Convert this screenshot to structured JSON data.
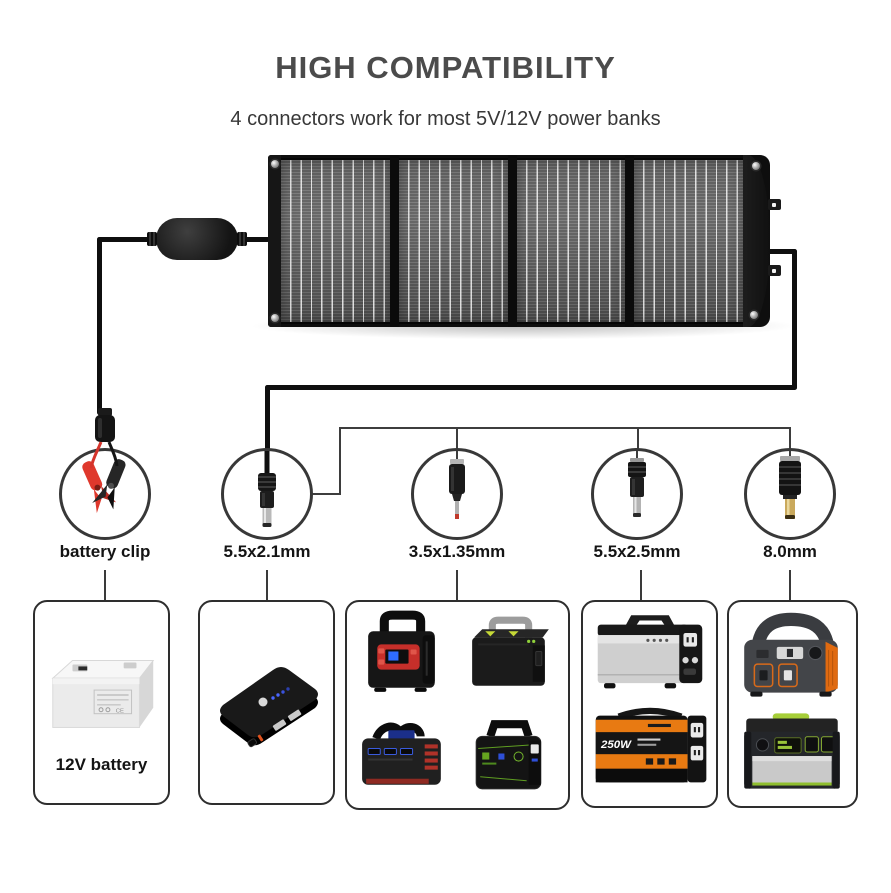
{
  "header": {
    "title": "HIGH COMPATIBILITY",
    "subtitle": "4 connectors work for most 5V/12V power banks"
  },
  "figures": {
    "panel": "foldable-4-section-solar-panel",
    "controller": "inline-charge-controller"
  },
  "connectors": [
    {
      "name": "battery-clip",
      "label": "battery clip"
    },
    {
      "name": "dc-plug-5.5x2.1",
      "label": "5.5x2.1mm"
    },
    {
      "name": "dc-plug-3.5x1.35",
      "label": "3.5x1.35mm"
    },
    {
      "name": "dc-plug-5.5x2.5",
      "label": "5.5x2.5mm"
    },
    {
      "name": "dc-plug-8.0",
      "label": "8.0mm"
    }
  ],
  "devices": [
    {
      "name": "12v-lead-acid-battery",
      "label": "12V battery"
    },
    {
      "name": "laptop-power-bank"
    },
    {
      "name": "power-stations-group-a"
    },
    {
      "name": "power-stations-group-b",
      "badge": "250W"
    },
    {
      "name": "power-stations-group-c"
    }
  ],
  "colors": {
    "title": "#4b4b4b",
    "text": "#141414",
    "wire": "#0f0f0f",
    "outline": "#383838",
    "clip_red": "#df382c",
    "orange": "#e87a12",
    "lime": "#a6ce39",
    "led_blue": "#3a5bff"
  }
}
